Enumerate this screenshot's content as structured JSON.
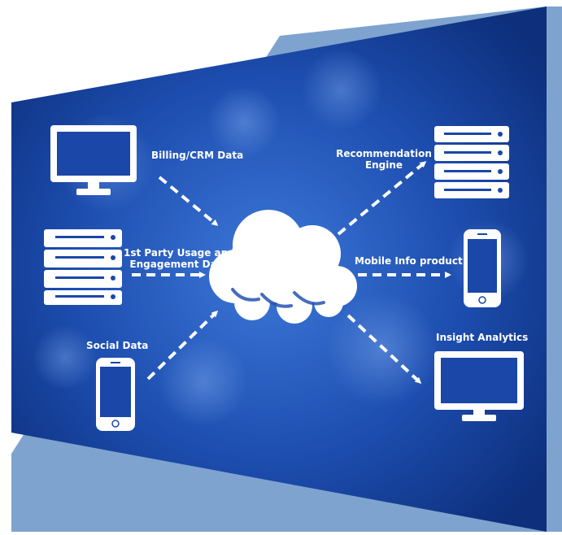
{
  "colors": {
    "background": "#ffffff",
    "band_light": "#7fa3cf",
    "band_dark_top": "#0d2f7c",
    "band_mid": "#1d4eb0",
    "band_glow": "#3d78d8",
    "icon": "#ffffff"
  },
  "hub": {
    "icon": "cloud-icon"
  },
  "sources": [
    {
      "id": "billing",
      "label": "Billing/CRM Data",
      "icon": "desktop-monitor-icon"
    },
    {
      "id": "usage",
      "label_line1": "1st Party Usage and",
      "label_line2": "Engagement Data",
      "icon": "server-stack-icon"
    },
    {
      "id": "social",
      "label": "Social Data",
      "icon": "smartphone-icon"
    }
  ],
  "outputs": [
    {
      "id": "recommendation",
      "label_line1": "Recommendation",
      "label_line2": "Engine",
      "icon": "server-stack-icon"
    },
    {
      "id": "mobile",
      "label": "Mobile Info product",
      "icon": "smartphone-icon"
    },
    {
      "id": "insight",
      "label": "Insight Analytics",
      "icon": "desktop-monitor-icon"
    }
  ]
}
